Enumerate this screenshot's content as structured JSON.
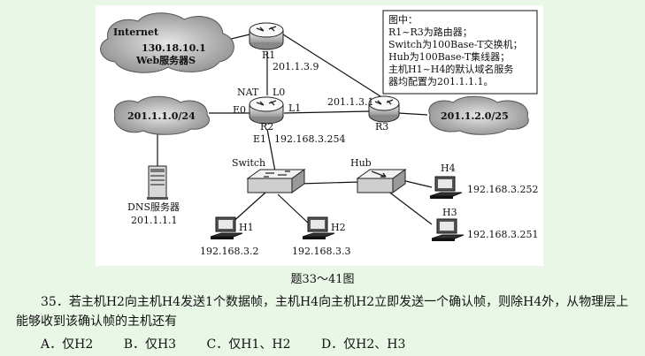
{
  "diagram": {
    "clouds": {
      "internet": {
        "title": "Internet",
        "ip": "130.18.10.1",
        "server": "Web服务器S"
      },
      "lan_left": "201.1.1.0/24",
      "lan_right": "201.1.2.0/25"
    },
    "routers": {
      "r1": {
        "name": "R1",
        "ip": "201.1.3.9"
      },
      "r2": {
        "name": "R2",
        "nat": "NAT",
        "l0": "L0",
        "e0": "E0",
        "l1": "L1",
        "e1": "E1",
        "e1_ip": "192.168.3.254"
      },
      "r3": {
        "name": "R3",
        "ip": "201.1.3.1"
      }
    },
    "dns": {
      "label": "DNS服务器",
      "ip": "201.1.1.1"
    },
    "switch": {
      "label": "Switch"
    },
    "hub": {
      "label": "Hub"
    },
    "hosts": {
      "h1": {
        "name": "H1",
        "ip": "192.168.3.2"
      },
      "h2": {
        "name": "H2",
        "ip": "192.168.3.3"
      },
      "h3": {
        "name": "H3",
        "ip": "192.168.3.251"
      },
      "h4": {
        "name": "H4",
        "ip": "192.168.3.252"
      }
    },
    "legend": [
      "图中：",
      "R1~R3为路由器；",
      "Switch为100Base-T交换机；",
      "Hub为100Base-T集线器；",
      "主机H1~H4的默认域名服务",
      "器均配置为201.1.1.1。"
    ]
  },
  "caption": "题33～41图",
  "question": "35．若主机H2向主机H4发送1个数据帧，主机H4向主机H2立即发送一个确认帧，则除H4外，从物理层上能够收到该确认帧的主机还有",
  "options": [
    "A．仅H2",
    "B．仅H3",
    "C．仅H1、H2",
    "D．仅H2、H3"
  ]
}
